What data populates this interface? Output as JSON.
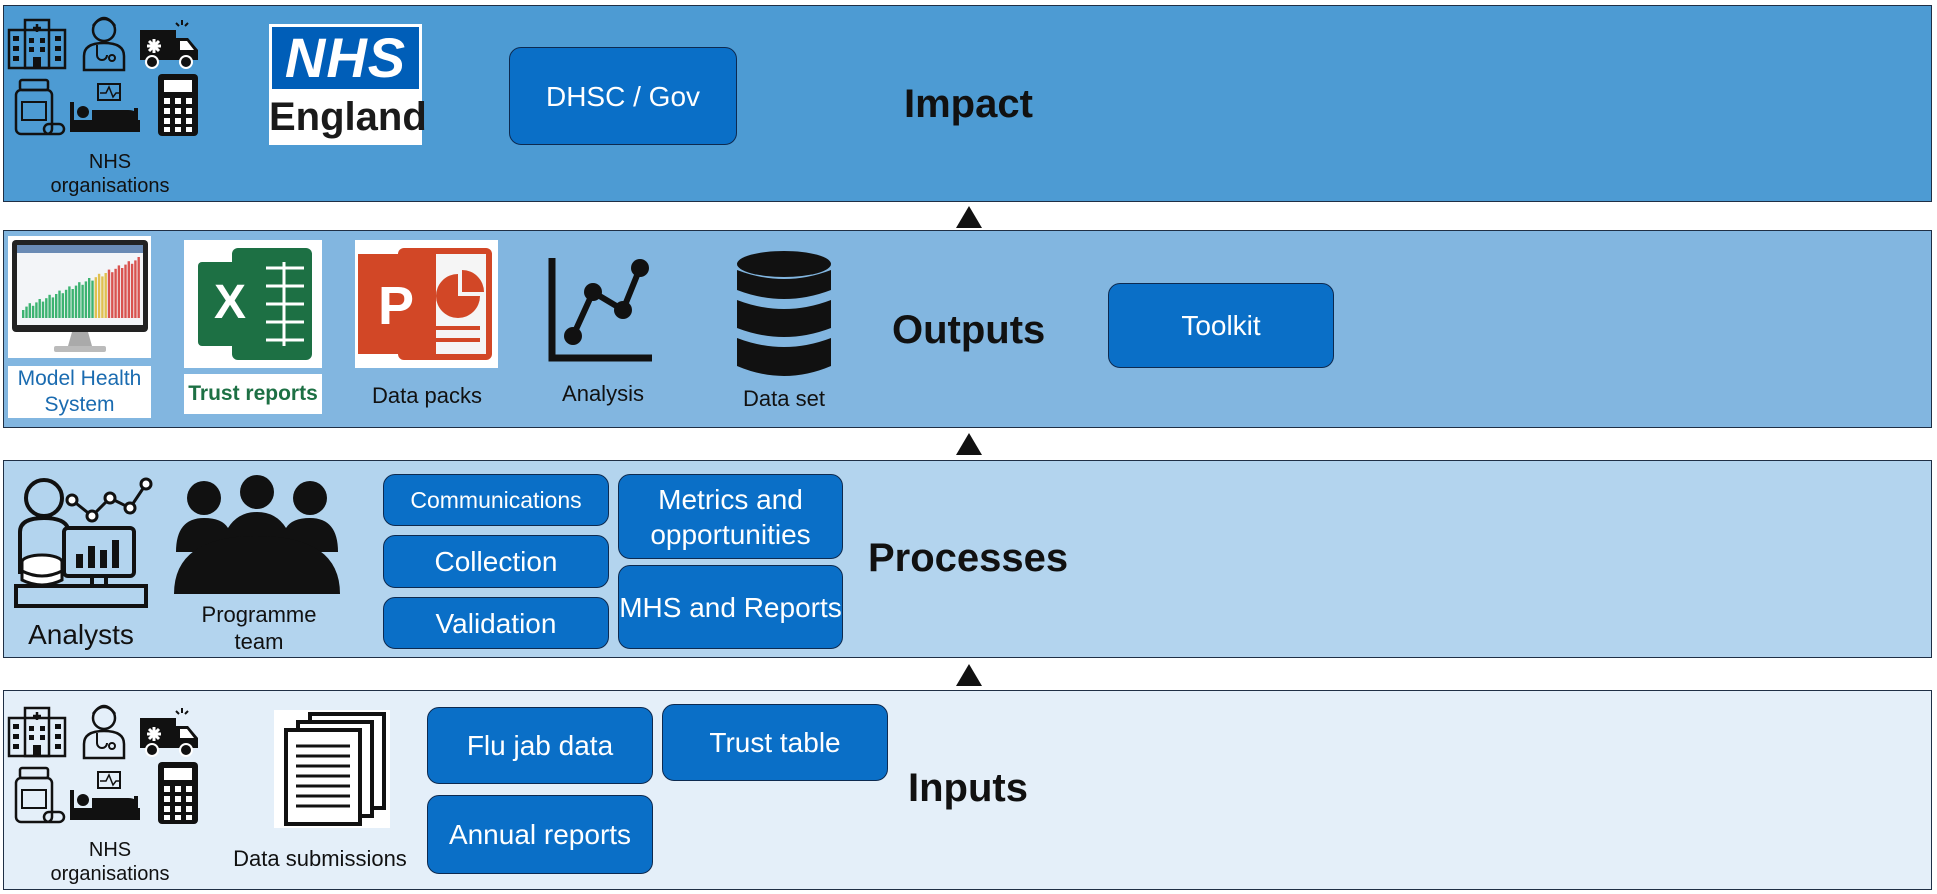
{
  "impact": {
    "title": "Impact",
    "nhs_org_label": "NHS organisations",
    "logo": {
      "line1": "NHS",
      "line2": "England"
    },
    "dhsc_label": "DHSC / Gov"
  },
  "outputs": {
    "title": "Outputs",
    "model_health_label": "Model Health System",
    "trust_reports_label": "Trust reports",
    "data_packs_label": "Data packs",
    "analysis_label": "Analysis",
    "data_set_label": "Data set",
    "toolkit_label": "Toolkit",
    "excel_letter": "X",
    "ppt_letter": "P"
  },
  "processes": {
    "title": "Processes",
    "analysts_label": "Analysts",
    "programme_team_label": "Programme team",
    "communications_label": "Communications",
    "collection_label": "Collection",
    "validation_label": "Validation",
    "metrics_label": "Metrics and opportunities",
    "mhs_reports_label": "MHS and Reports"
  },
  "inputs": {
    "title": "Inputs",
    "nhs_org_label": "NHS organisations",
    "data_submissions_label": "Data submissions",
    "flu_jab_label": "Flu jab data",
    "trust_table_label": "Trust table",
    "annual_reports_label": "Annual reports"
  },
  "colors": {
    "impact_band": "#4d9bd3",
    "outputs_band": "#82b6e0",
    "processes_band": "#b3d4ee",
    "inputs_band": "#e4eff9",
    "box_fill": "#0a6fc7",
    "nhs_blue": "#005eb8",
    "excel_green": "#1d7044",
    "ppt_orange": "#d24726"
  },
  "icons": [
    "hospital-icon",
    "doctor-icon",
    "ambulance-icon",
    "medicine-bottle-icon",
    "hospital-bed-icon",
    "calculator-icon",
    "monitor-dashboard-icon",
    "excel-icon",
    "powerpoint-icon",
    "line-chart-icon",
    "database-icon",
    "analyst-icon",
    "team-icon",
    "documents-icon",
    "up-arrow-icon"
  ]
}
